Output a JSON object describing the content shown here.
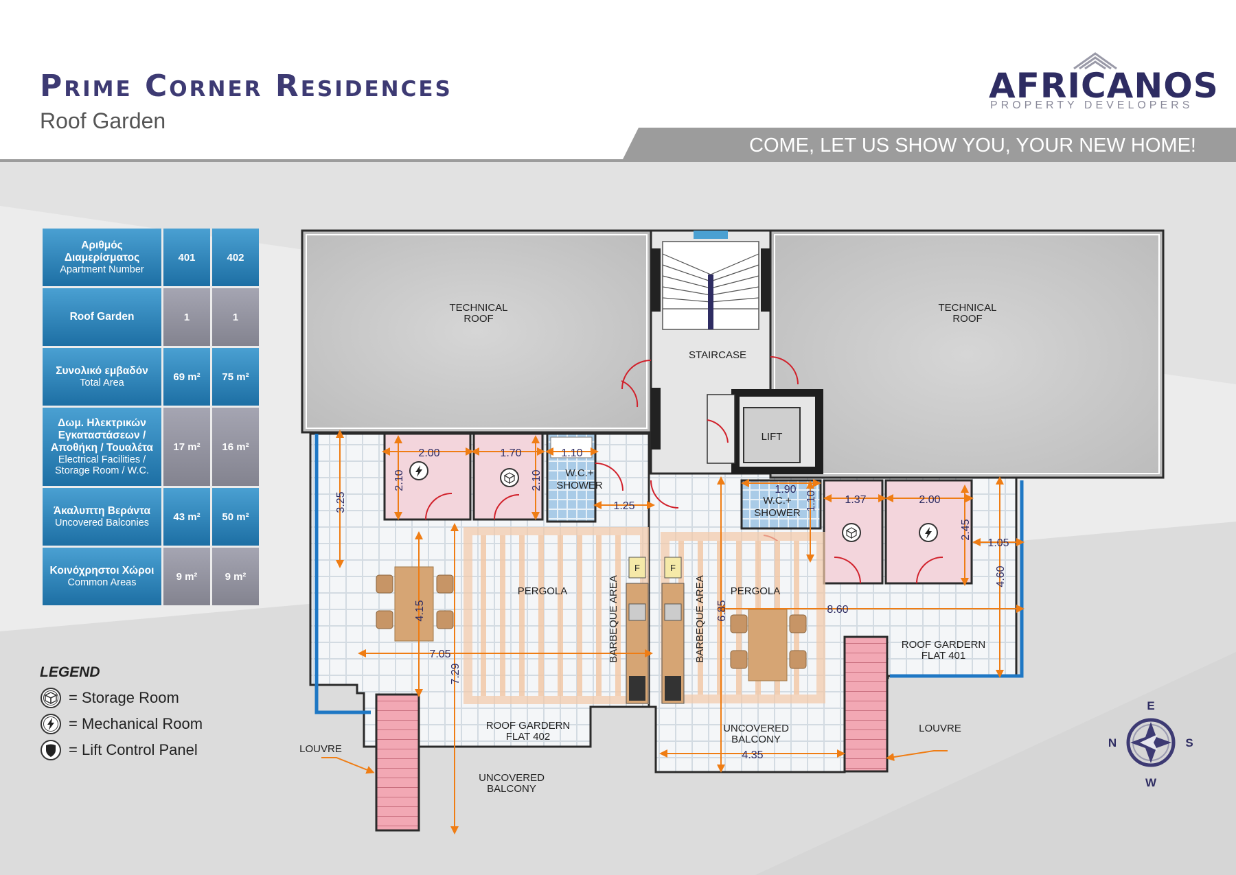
{
  "header": {
    "title": "Prime Corner Residences",
    "subtitle": "Roof Garden",
    "logo_name": "AFRICANOS",
    "logo_sub": "PROPERTY DEVELOPERS",
    "tagline": "COME, LET US SHOW YOU, YOUR NEW HOME!"
  },
  "table": {
    "rows": [
      {
        "label_gr": "Αριθμός Διαμερίσματος",
        "label_en": "Apartment Number",
        "v401": "401",
        "v402": "402"
      },
      {
        "label_gr": "Roof Garden",
        "label_en": "",
        "v401": "1",
        "v402": "1"
      },
      {
        "label_gr": "Συνολικό εμβαδόν",
        "label_en": "Total Area",
        "v401": "69 m²",
        "v402": "75 m²"
      },
      {
        "label_gr": "Δωμ. Ηλεκτρικών Εγκαταστάσεων / Αποθήκη / Τουαλέτα",
        "label_en": "Electrical Facilities / Storage Room / W.C.",
        "v401": "17 m²",
        "v402": "16 m²"
      },
      {
        "label_gr": "Άκαλυπτη Βεράντα",
        "label_en": "Uncovered Balconies",
        "v401": "43 m²",
        "v402": "50 m²"
      },
      {
        "label_gr": "Κοινόχρηστοι Χώροι",
        "label_en": "Common Areas",
        "v401": "9 m²",
        "v402": "9 m²"
      }
    ]
  },
  "legend": {
    "title": "LEGEND",
    "items": [
      {
        "icon": "storage-room-icon",
        "text": "= Storage Room"
      },
      {
        "icon": "mechanical-room-icon",
        "text": "= Mechanical Room"
      },
      {
        "icon": "lift-control-panel-icon",
        "text": "= Lift Control Panel"
      }
    ]
  },
  "plan": {
    "technical_roof": [
      "TECHNICAL",
      "ROOF"
    ],
    "staircase": "STAIRCASE",
    "lift": "LIFT",
    "wc": [
      "W.C.+",
      "SHOWER"
    ],
    "pergola": "PERGOLA",
    "barbeque": "BARBEQUE AREA",
    "roof_garden_402": [
      "ROOF GARDERN",
      "FLAT 402"
    ],
    "roof_garden_401": [
      "ROOF GARDERN",
      "FLAT 401"
    ],
    "uncovered_balcony": [
      "UNCOVERED",
      "BALCONY"
    ],
    "louvre": "LOUVRE",
    "fridge": "F",
    "dims": {
      "d200a": "2.00",
      "d170": "1.70",
      "d110a": "1.10",
      "d210a": "2.10",
      "d210b": "2.10",
      "d125": "1.25",
      "d325": "3.25",
      "d415": "4.15",
      "d705": "7.05",
      "d729": "7.29",
      "d190": "1.90",
      "d110b": "1.10",
      "d137": "1.37",
      "d200b": "2.00",
      "d245": "2.45",
      "d105": "1.05",
      "d460": "4.60",
      "d860": "8.60",
      "d685": "6.85",
      "d435": "4.35"
    }
  },
  "compass": {
    "n": "N",
    "e": "E",
    "s": "S",
    "w": "W"
  },
  "colors": {
    "title": "#3d3a73",
    "table_blue": "#2a80b9",
    "table_grey": "#8f8f9b",
    "dimension": "#ef7d14",
    "room_pink": "#f3d5dc",
    "pergola": "#f2c9a8",
    "stairs_pink": "#f2a8b4",
    "wall": "#2a2a2a",
    "balcony_edge": "#1e77c4"
  }
}
